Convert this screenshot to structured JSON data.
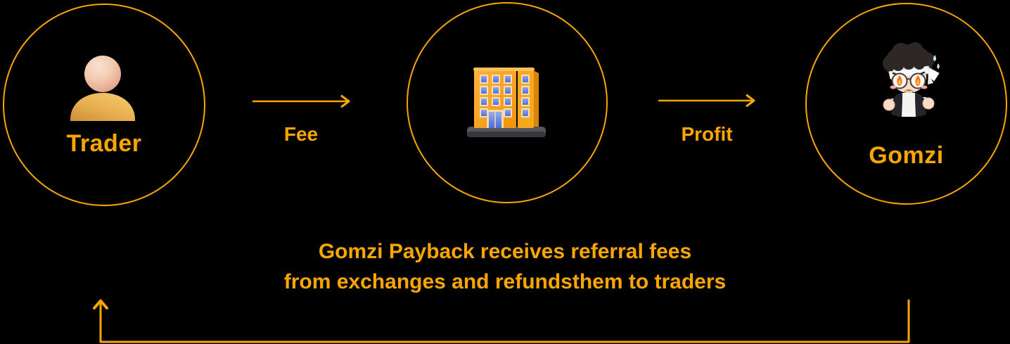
{
  "diagram": {
    "nodes": [
      {
        "id": "trader",
        "label": "Trader",
        "icon": "person-3d-icon"
      },
      {
        "id": "exchange",
        "label": "",
        "icon": "building-3d-icon"
      },
      {
        "id": "gomzi",
        "label": "Gomzi",
        "icon": "gomzi-character-icon"
      }
    ],
    "arrows": [
      {
        "id": "fee",
        "label": "Fee",
        "from": "trader",
        "to": "exchange"
      },
      {
        "id": "profit",
        "label": "Profit",
        "from": "exchange",
        "to": "gomzi"
      },
      {
        "id": "payback",
        "label": "",
        "from": "gomzi",
        "to": "trader"
      }
    ],
    "caption": {
      "line1": "Gomzi Payback receives referral fees",
      "line2": "from exchanges and refundsthem to traders"
    },
    "colors": {
      "accent": "#F9A602",
      "background": "#000000",
      "building_orange": "#F6A11C",
      "window_blue": "#5B7FE8",
      "base_gray": "#4A4A50",
      "skin_peach": "#F6D2BA"
    }
  }
}
